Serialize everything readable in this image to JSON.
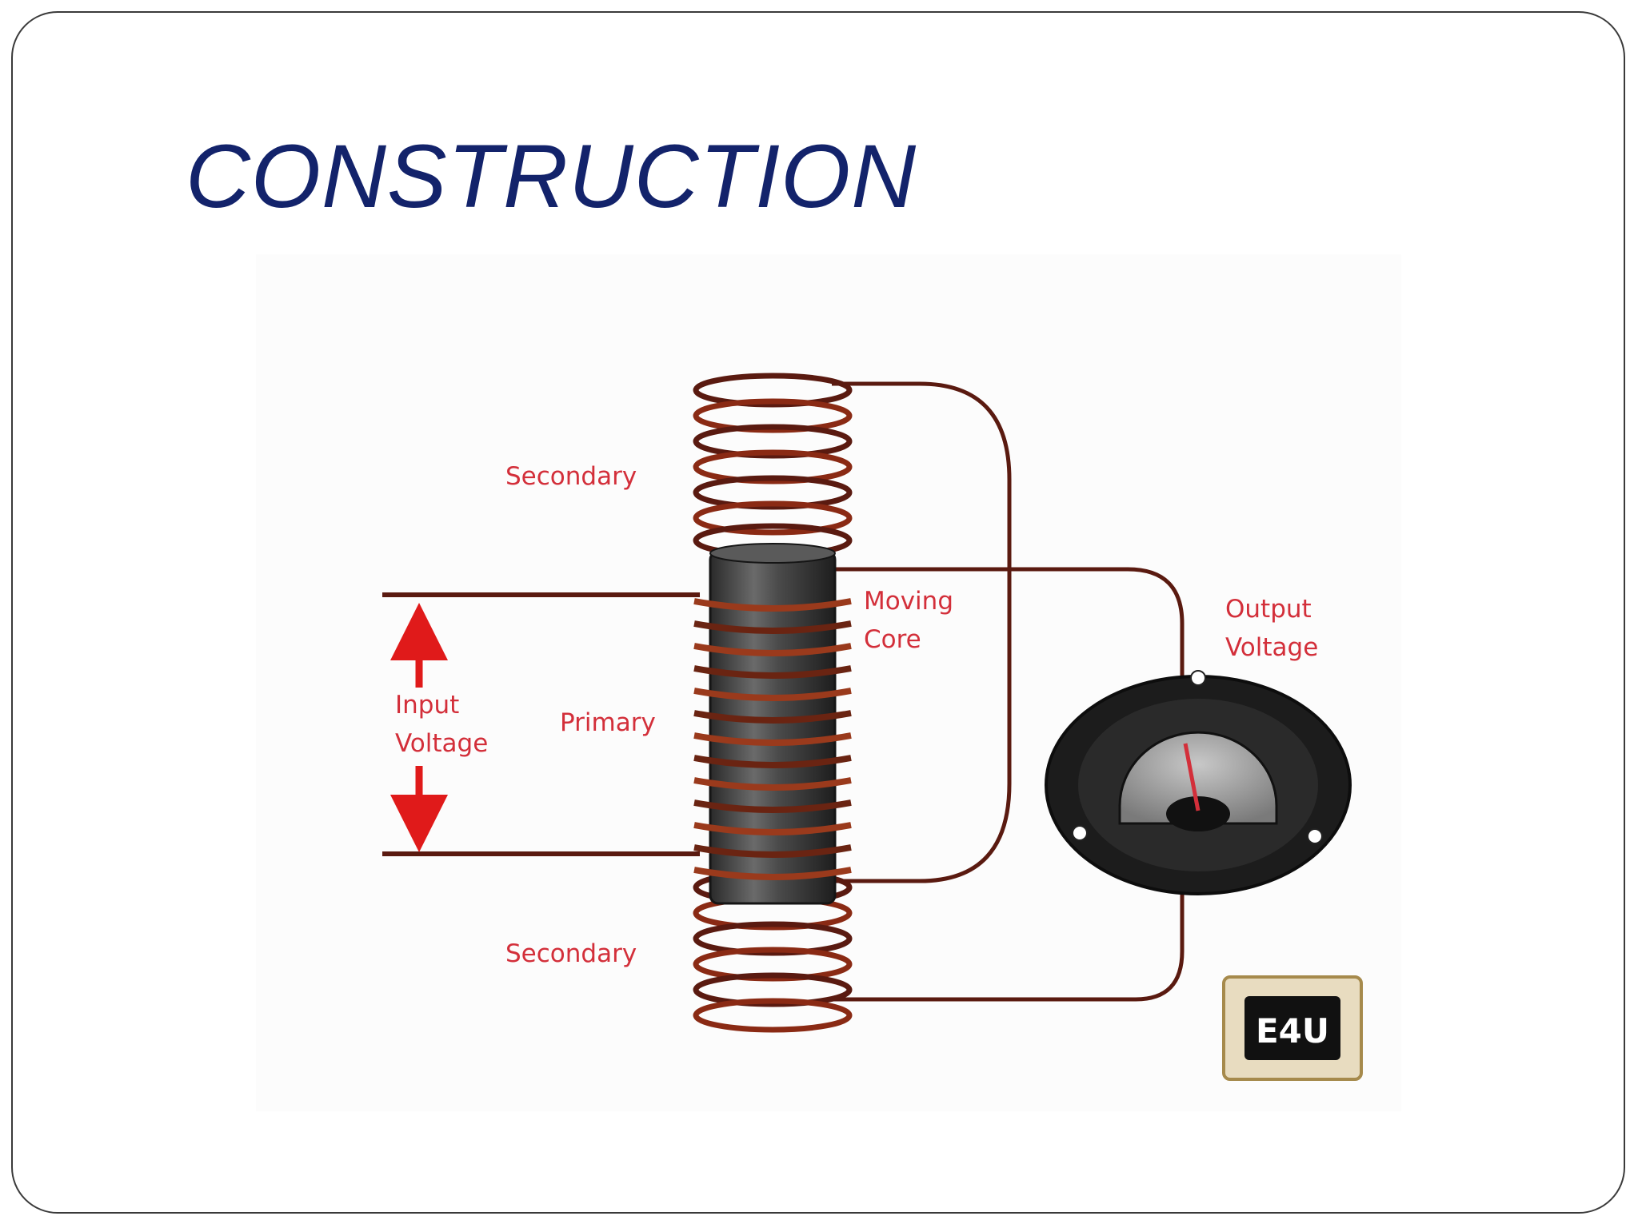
{
  "slide": {
    "title": "CONSTRUCTION"
  },
  "diagram": {
    "labels": {
      "secondary_top": "Secondary",
      "secondary_bottom": "Secondary",
      "primary": "Primary",
      "moving_core_line1": "Moving",
      "moving_core_line2": "Core",
      "input_voltage_line1": "Input",
      "input_voltage_line2": "Voltage",
      "output_voltage_line1": "Output",
      "output_voltage_line2": "Voltage"
    },
    "logo_text": "E4U",
    "colors": {
      "title": "#13236b",
      "label": "#d32f3a",
      "wire": "#5a1a10",
      "coil": "#9a3a1c",
      "arrow": "#e01a1a",
      "core": "#3a3a3a",
      "meter_body": "#1c1c1c"
    }
  }
}
